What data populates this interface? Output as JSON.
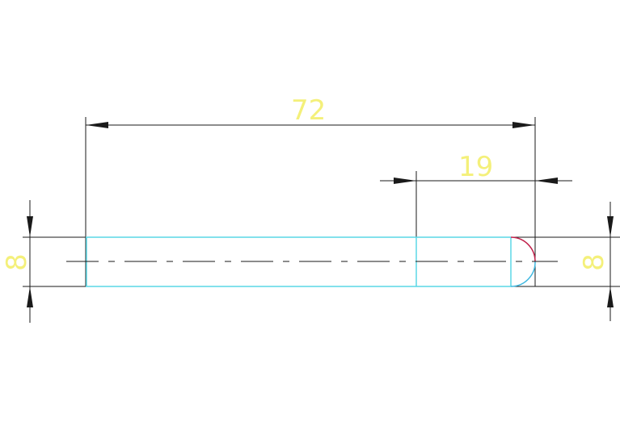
{
  "drawing": {
    "dimensions": {
      "overall_length": "72",
      "tip_length": "19",
      "diameter_left": "8",
      "diameter_right": "8"
    },
    "colors": {
      "background": "#ffffff",
      "dimension_lines": "#1a1a1a",
      "dimension_text": "#f4f07a",
      "part_outline": "#5ad7e6",
      "arc_upper": "#c0204a",
      "arc_lower": "#3fb8e0",
      "centerline": "#1a1a1a"
    }
  }
}
